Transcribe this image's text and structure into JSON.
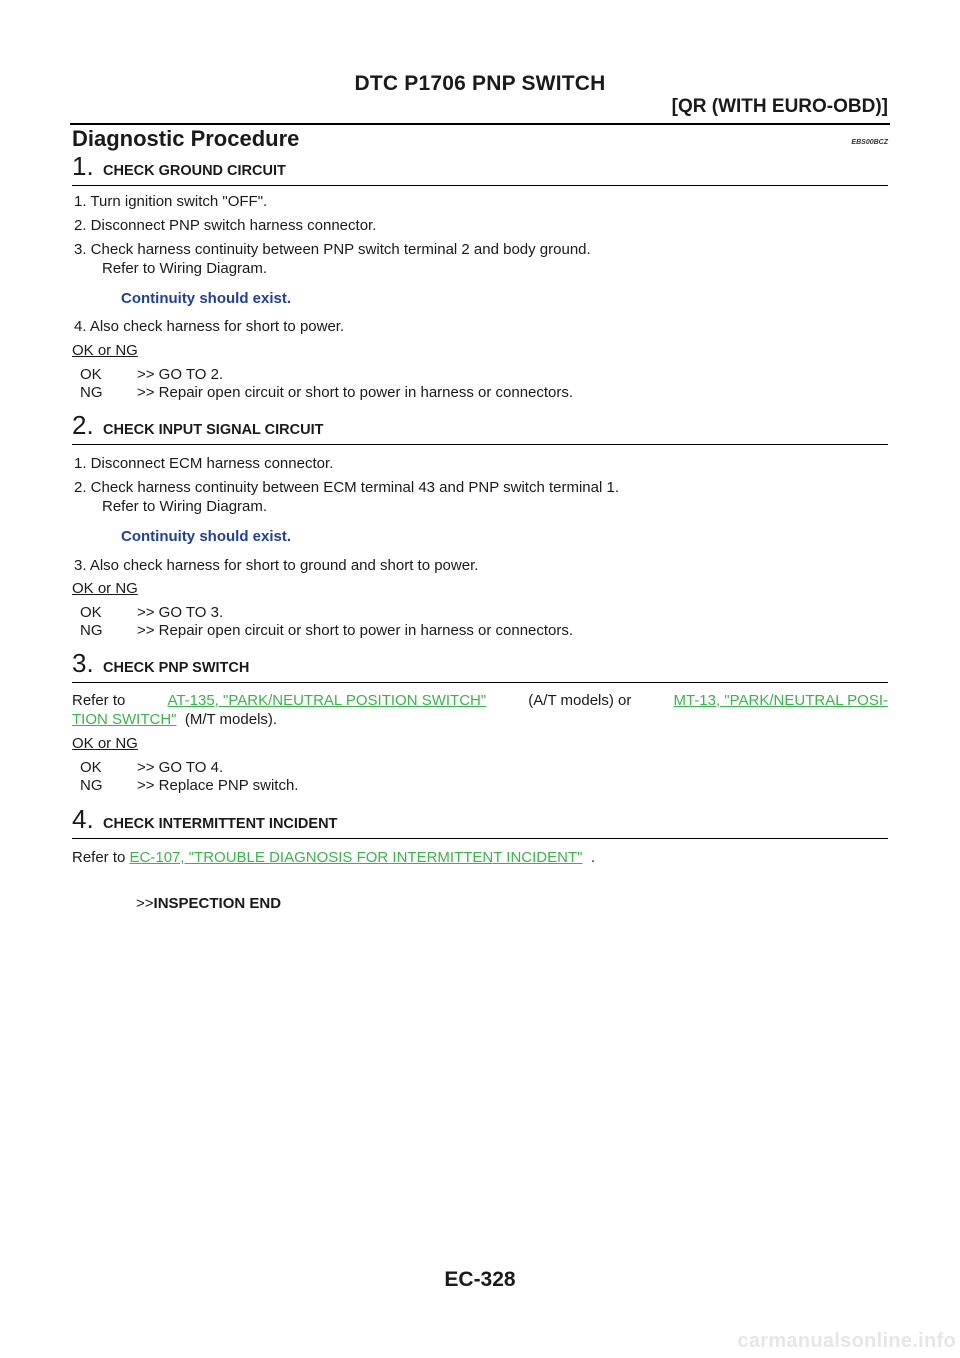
{
  "header": {
    "title": "DTC P1706 PNP SWITCH",
    "subtitle": "[QR (WITH EURO-OBD)]"
  },
  "section": {
    "title": "Diagnostic Procedure",
    "code": "EBS00BCZ"
  },
  "steps": [
    {
      "number": "1.",
      "title": "CHECK GROUND CIRCUIT",
      "items": [
        "1. Turn ignition switch \"OFF\".",
        "2. Disconnect PNP switch harness connector.",
        "3. Check harness continuity between PNP switch terminal 2 and body ground.",
        "Refer to Wiring Diagram."
      ],
      "note": "Continuity should exist.",
      "item_after": "4. Also check harness for short to power.",
      "ok_ng_label": "OK or NG",
      "responses": [
        {
          "key": "OK",
          "text": ">> GO TO 2."
        },
        {
          "key": "NG",
          "text": ">> Repair open circuit or short to power in harness or connectors."
        }
      ]
    },
    {
      "number": "2.",
      "title": "CHECK INPUT SIGNAL CIRCUIT",
      "items": [
        "1. Disconnect ECM harness connector.",
        "2. Check harness continuity between ECM terminal 43 and PNP switch terminal 1.",
        "Refer to Wiring Diagram."
      ],
      "note": "Continuity should exist.",
      "item_after": "3. Also check harness for short to ground and short to power.",
      "ok_ng_label": "OK or NG",
      "responses": [
        {
          "key": "OK",
          "text": ">> GO TO 3."
        },
        {
          "key": "NG",
          "text": ">> Repair open circuit or short to power in harness or connectors."
        }
      ]
    },
    {
      "number": "3.",
      "title": "CHECK PNP SWITCH",
      "refer_prefix": "Refer to",
      "link1": "AT-135, \"PARK/NEUTRAL POSITION SWITCH\"",
      "mid_text": "(A/T models) or",
      "link2_part1": "MT-13, \"PARK/NEUTRAL POSI-",
      "link2_part2": "TION SWITCH\"",
      "suffix": "(M/T models).",
      "ok_ng_label": "OK or NG",
      "responses": [
        {
          "key": "OK",
          "text": ">> GO TO 4."
        },
        {
          "key": "NG",
          "text": ">> Replace PNP switch."
        }
      ]
    },
    {
      "number": "4.",
      "title": "CHECK INTERMITTENT INCIDENT",
      "refer_prefix": "Refer to",
      "link": "EC-107, \"TROUBLE DIAGNOSIS FOR INTERMITTENT INCIDENT\"",
      "suffix": ".",
      "end_arrow": ">>",
      "end_text": "INSPECTION END"
    }
  ],
  "footer": {
    "page_number": "EC-328",
    "watermark": "carmanualsonline.info"
  }
}
